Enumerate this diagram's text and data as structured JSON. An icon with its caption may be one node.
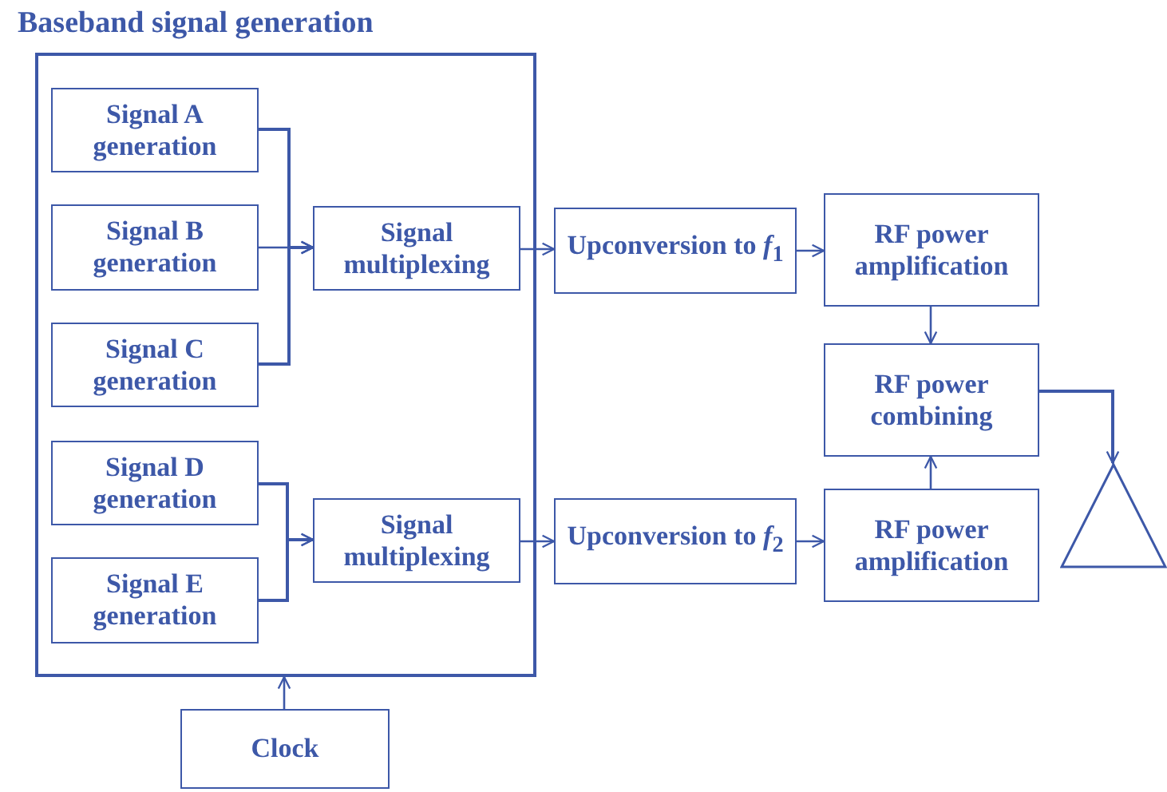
{
  "diagram": {
    "nodes": [
      {
        "text": [
          "Baseband signal generation"
        ]
      },
      {
        "text": [
          "Signal A generation"
        ],
        "in": 0
      },
      {
        "text": [
          "Signal B generation"
        ],
        "in": 0
      },
      {
        "text": [
          "Signal C generation"
        ],
        "in": 0
      },
      {
        "text": [
          "Signal multiplexing"
        ],
        "in": 0
      },
      {
        "text": [
          "Signal D generation"
        ],
        "in": 0
      },
      {
        "text": [
          "Signal E generation"
        ],
        "in": 0
      },
      {
        "text": [
          "Signal multiplexing"
        ],
        "in": 0
      },
      {
        "text": [
          "Upconversion to *f*$_{1}$"
        ]
      },
      {
        "text": [
          "RF power amplification"
        ]
      },
      {
        "text": [
          "RF power combining"
        ]
      },
      {
        "text": [
          "Upconversion to *f*$_{2}$"
        ]
      },
      {
        "text": [
          "RF power amplification"
        ]
      },
      {
        "text": [],
        "shape": "triangle"
      },
      {
        "text": [
          "Clock"
        ]
      }
    ],
    "edges": [
      {
        "from": 1,
        "to": 4,
        "arrow": "to"
      },
      {
        "from": 2,
        "to": 4,
        "arrow": "to"
      },
      {
        "from": 3,
        "to": 4,
        "arrow": "to"
      },
      {
        "from": 5,
        "to": 7,
        "arrow": "to"
      },
      {
        "from": 6,
        "to": 7,
        "arrow": "to"
      },
      {
        "from": 4,
        "to": 8,
        "arrow": "to"
      },
      {
        "from": 8,
        "to": 9,
        "arrow": "to"
      },
      {
        "from": 9,
        "to": 10,
        "arrow": "to"
      },
      {
        "from": 7,
        "to": 11,
        "arrow": "to"
      },
      {
        "from": 11,
        "to": 12,
        "arrow": "to"
      },
      {
        "from": 12,
        "to": 10,
        "arrow": "to"
      },
      {
        "from": 10,
        "to": 13,
        "arrow": "to"
      },
      {
        "from": 14,
        "to": 0,
        "arrow": "to"
      }
    ]
  }
}
